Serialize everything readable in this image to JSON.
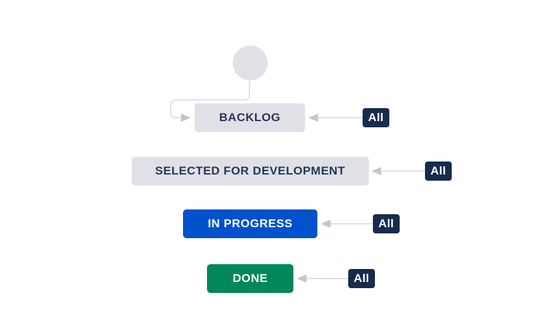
{
  "page": {
    "background": "#FFFFFF"
  },
  "diagram": {
    "start_node": {
      "shape": "circle",
      "color": "#DFE1E6"
    },
    "connector_line_color": "#DFE1E6",
    "arrowhead_color": "#C1C7D0",
    "statuses": [
      {
        "label": "BACKLOG",
        "bg": "#DFE1E6",
        "text_color": "#253858"
      },
      {
        "label": "SELECTED FOR DEVELOPMENT",
        "bg": "#DFE1E6",
        "text_color": "#253858"
      },
      {
        "label": "IN PROGRESS",
        "bg": "#0052CC",
        "text_color": "#FFFFFF"
      },
      {
        "label": "DONE",
        "bg": "#00875A",
        "text_color": "#FFFFFF"
      }
    ],
    "transitions": [
      {
        "label": "All",
        "target": "BACKLOG",
        "bg": "#172B4D",
        "text_color": "#FFFFFF"
      },
      {
        "label": "All",
        "target": "SELECTED FOR DEVELOPMENT",
        "bg": "#172B4D",
        "text_color": "#FFFFFF"
      },
      {
        "label": "All",
        "target": "IN PROGRESS",
        "bg": "#172B4D",
        "text_color": "#FFFFFF"
      },
      {
        "label": "All",
        "target": "DONE",
        "bg": "#172B4D",
        "text_color": "#FFFFFF"
      }
    ]
  }
}
